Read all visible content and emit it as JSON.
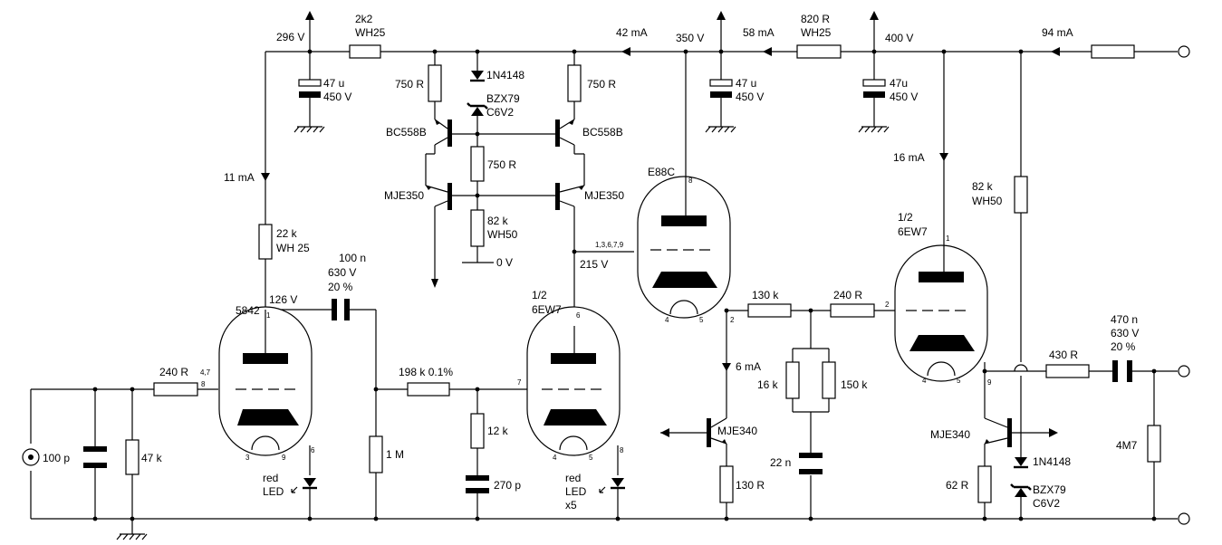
{
  "labels": {
    "v296": "296 V",
    "r2k2": "2k2",
    "wh25a": "WH25",
    "c47u1": "47 u",
    "c450v1": "450 V",
    "i42": "42 mA",
    "v350": "350 V",
    "i58": "58 mA",
    "r820": "820 R",
    "wh25b": "WH25",
    "v400": "400 V",
    "i94": "94 mA",
    "c47u2": "47 u",
    "c450v2": "450 V",
    "c47u3": "47u",
    "c450v3": "450 V",
    "r750a": "750 R",
    "d1n4148a": "1N4148",
    "bzx79a": "BZX79",
    "c6v2a": "C6V2",
    "r750b": "750 R",
    "bc558a": "BC558B",
    "bc558b": "BC558B",
    "r750c": "750 R",
    "mje350a": "MJE350",
    "mje350b": "MJE350",
    "r82ka": "82 k",
    "wh50a": "WH50",
    "v0": "0 V",
    "e88c": "E88C",
    "pins1379": "1,3,6,7,9",
    "v215": "215 V",
    "i11": "11 mA",
    "r22k": "22 k",
    "wh25c": "WH 25",
    "c100n": "100 n",
    "c630v1": "630 V",
    "pct20a": "20 %",
    "v126": "126 V",
    "t5842": "5842",
    "half1": "1/2",
    "ew7a": "6EW7",
    "half2": "1/2",
    "ew7b": "6EW7",
    "i16": "16 mA",
    "r82kb": "82 k",
    "wh50b": "WH50",
    "r130k": "130 k",
    "r240r": "240 R",
    "i6": "6 mA",
    "r16k": "16 k",
    "r150k": "150 k",
    "c22n": "22 n",
    "mje340a": "MJE340",
    "r130r": "130 R",
    "r240ra": "240 R",
    "r198k": "198 k 0.1%",
    "r12k": "12 k",
    "c270p": "270 p",
    "c100p": "100 p",
    "r47k": "47 k",
    "r1m": "1 M",
    "red1": "red",
    "led1": "LED",
    "red2": "red",
    "led2": "LED",
    "x5": "x5",
    "c470n": "470 n",
    "c630v2": "630 V",
    "pct20b": "20 %",
    "r430r": "430 R",
    "mje340b": "MJE340",
    "d1n4148b": "1N4148",
    "bzx79b": "BZX79",
    "c6v2b": "C6V2",
    "r62r": "62 R",
    "r4m7": "4M7",
    "p47": "4,7",
    "p8a": "8",
    "p1a": "1",
    "p3": "3",
    "p9a": "9",
    "p6a": "6",
    "p7": "7",
    "p6b": "6",
    "p4a": "4",
    "p5a": "5",
    "p8b": "8",
    "p8c": "8",
    "p4b": "4",
    "p5b": "5",
    "p2a": "2",
    "p1b": "1",
    "p2b": "2",
    "p4c": "4",
    "p5c": "5",
    "p9b": "9"
  }
}
